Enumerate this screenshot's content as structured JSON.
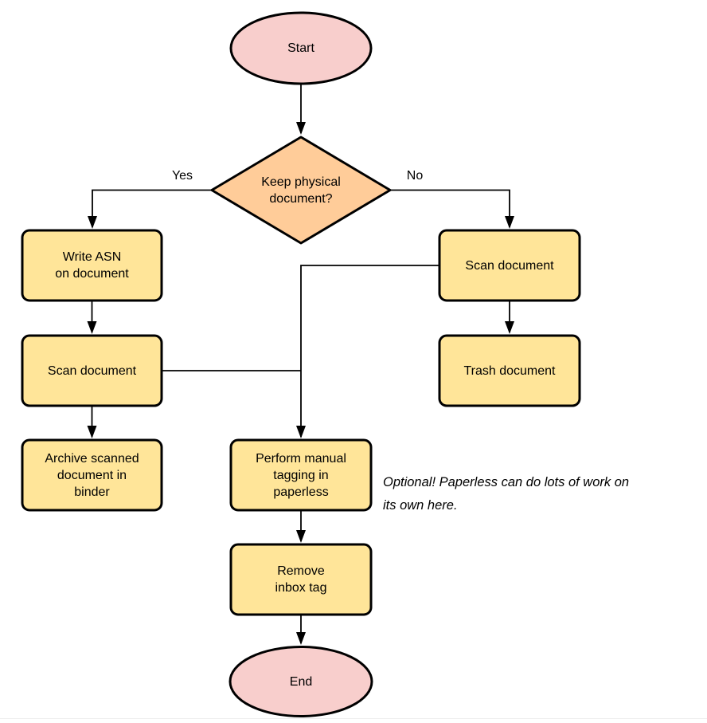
{
  "diagram": {
    "type": "flowchart",
    "colors": {
      "terminal_fill": "#F8CECC",
      "decision_fill": "#FFCC99",
      "process_fill": "#FFE599",
      "stroke_color": "#000000",
      "line_color": "#000000",
      "text_color": "#000000",
      "divider_color": "#ededed"
    },
    "nodes": {
      "start": {
        "type": "terminal",
        "label": "Start"
      },
      "decision": {
        "type": "decision",
        "lines": [
          "Keep physical",
          "document?"
        ]
      },
      "write_asn": {
        "type": "process",
        "lines": [
          "Write ASN",
          "on document"
        ]
      },
      "scan_left": {
        "type": "process",
        "label": "Scan document"
      },
      "archive": {
        "type": "process",
        "lines": [
          "Archive scanned",
          "document in",
          "binder"
        ]
      },
      "scan_right": {
        "type": "process",
        "label": "Scan document"
      },
      "trash": {
        "type": "process",
        "label": "Trash document"
      },
      "tagging": {
        "type": "process",
        "lines": [
          "Perform manual",
          "tagging in",
          "paperless"
        ]
      },
      "remove_inbox": {
        "type": "process",
        "lines": [
          "Remove",
          "inbox tag"
        ]
      },
      "end": {
        "type": "terminal",
        "label": "End"
      }
    },
    "edge_labels": {
      "yes": "Yes",
      "no": "No"
    },
    "annotation": {
      "lines": [
        "Optional! Paperless can do lots of work on",
        "its own here."
      ]
    }
  }
}
